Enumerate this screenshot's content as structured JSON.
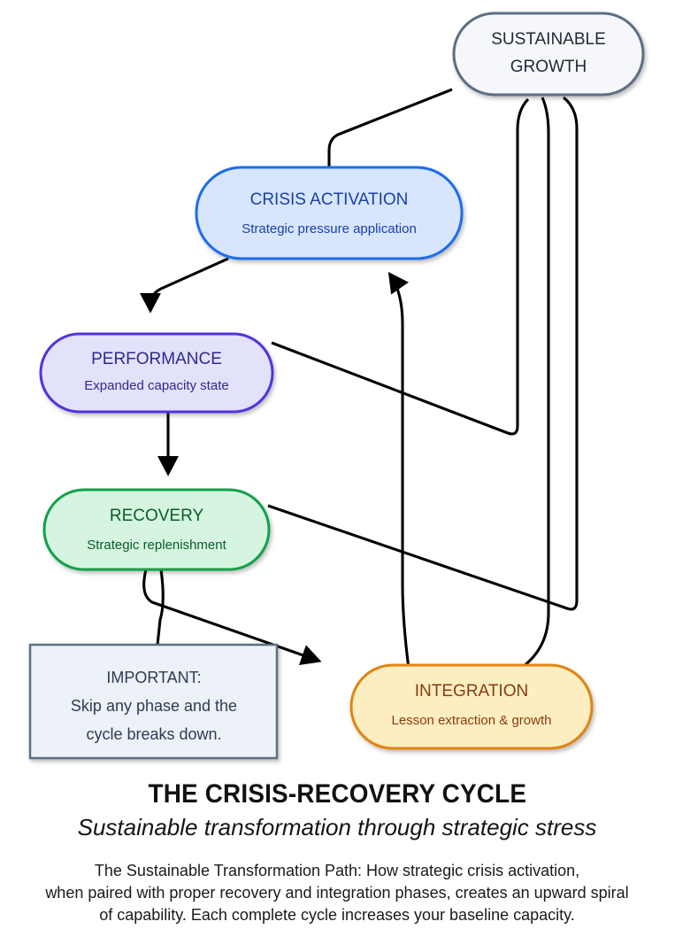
{
  "diagram": {
    "type": "flowchart",
    "background": "#ffffff",
    "edge_color": "#000000",
    "nodes": [
      {
        "id": "sustainable-growth",
        "title": "SUSTAINABLE",
        "title2": "GROWTH",
        "subtitle": "",
        "shape": "stadium",
        "fill": "#f5f7fa",
        "stroke": "#5d6e84",
        "text_color": "#1f2937"
      },
      {
        "id": "crisis-activation",
        "title": "CRISIS ACTIVATION",
        "subtitle": "Strategic pressure application",
        "shape": "stadium",
        "fill": "#d7e6fd",
        "stroke": "#1d6ee8",
        "text_color": "#1b3faa"
      },
      {
        "id": "performance",
        "title": "PERFORMANCE",
        "subtitle": "Expanded capacity state",
        "shape": "stadium",
        "fill": "#e2e2fb",
        "stroke": "#5233e0",
        "text_color": "#2e2a8f"
      },
      {
        "id": "recovery",
        "title": "RECOVERY",
        "subtitle": "Strategic replenishment",
        "shape": "stadium",
        "fill": "#d5f5e0",
        "stroke": "#12a14a",
        "text_color": "#0a5c2c"
      },
      {
        "id": "integration",
        "title": "INTEGRATION",
        "subtitle": "Lesson extraction & growth",
        "shape": "stadium",
        "fill": "#fdeec2",
        "stroke": "#e08510",
        "text_color": "#8a3a10"
      }
    ],
    "note": {
      "id": "important-note",
      "shape": "rectangle",
      "fill": "#edf1f8",
      "stroke": "#5d6e84",
      "lines": [
        "IMPORTANT:",
        "Skip any phase and the",
        "cycle breaks down."
      ]
    },
    "edges": [
      {
        "from": "sustainable-growth",
        "to": "crisis-activation",
        "arrow": false
      },
      {
        "from": "crisis-activation",
        "to": "performance",
        "arrow": true
      },
      {
        "from": "performance",
        "to": "recovery",
        "arrow": true
      },
      {
        "from": "performance",
        "to": "sustainable-growth",
        "arrow": false
      },
      {
        "from": "recovery",
        "to": "sustainable-growth",
        "arrow": false
      },
      {
        "from": "recovery",
        "to": "integration",
        "arrow": true
      },
      {
        "from": "recovery",
        "to": "important-note",
        "arrow": false
      },
      {
        "from": "integration",
        "to": "crisis-activation",
        "arrow": true
      },
      {
        "from": "sustainable-growth",
        "to": "integration",
        "arrow": false
      }
    ]
  },
  "caption": {
    "title": "THE CRISIS-RECOVERY CYCLE",
    "subtitle": "Sustainable transformation through strategic stress",
    "body_lines": [
      "The Sustainable Transformation Path: How strategic crisis activation,",
      "when paired with proper recovery and integration phases, creates an upward spiral",
      "of capability. Each complete cycle increases your baseline capacity."
    ]
  }
}
